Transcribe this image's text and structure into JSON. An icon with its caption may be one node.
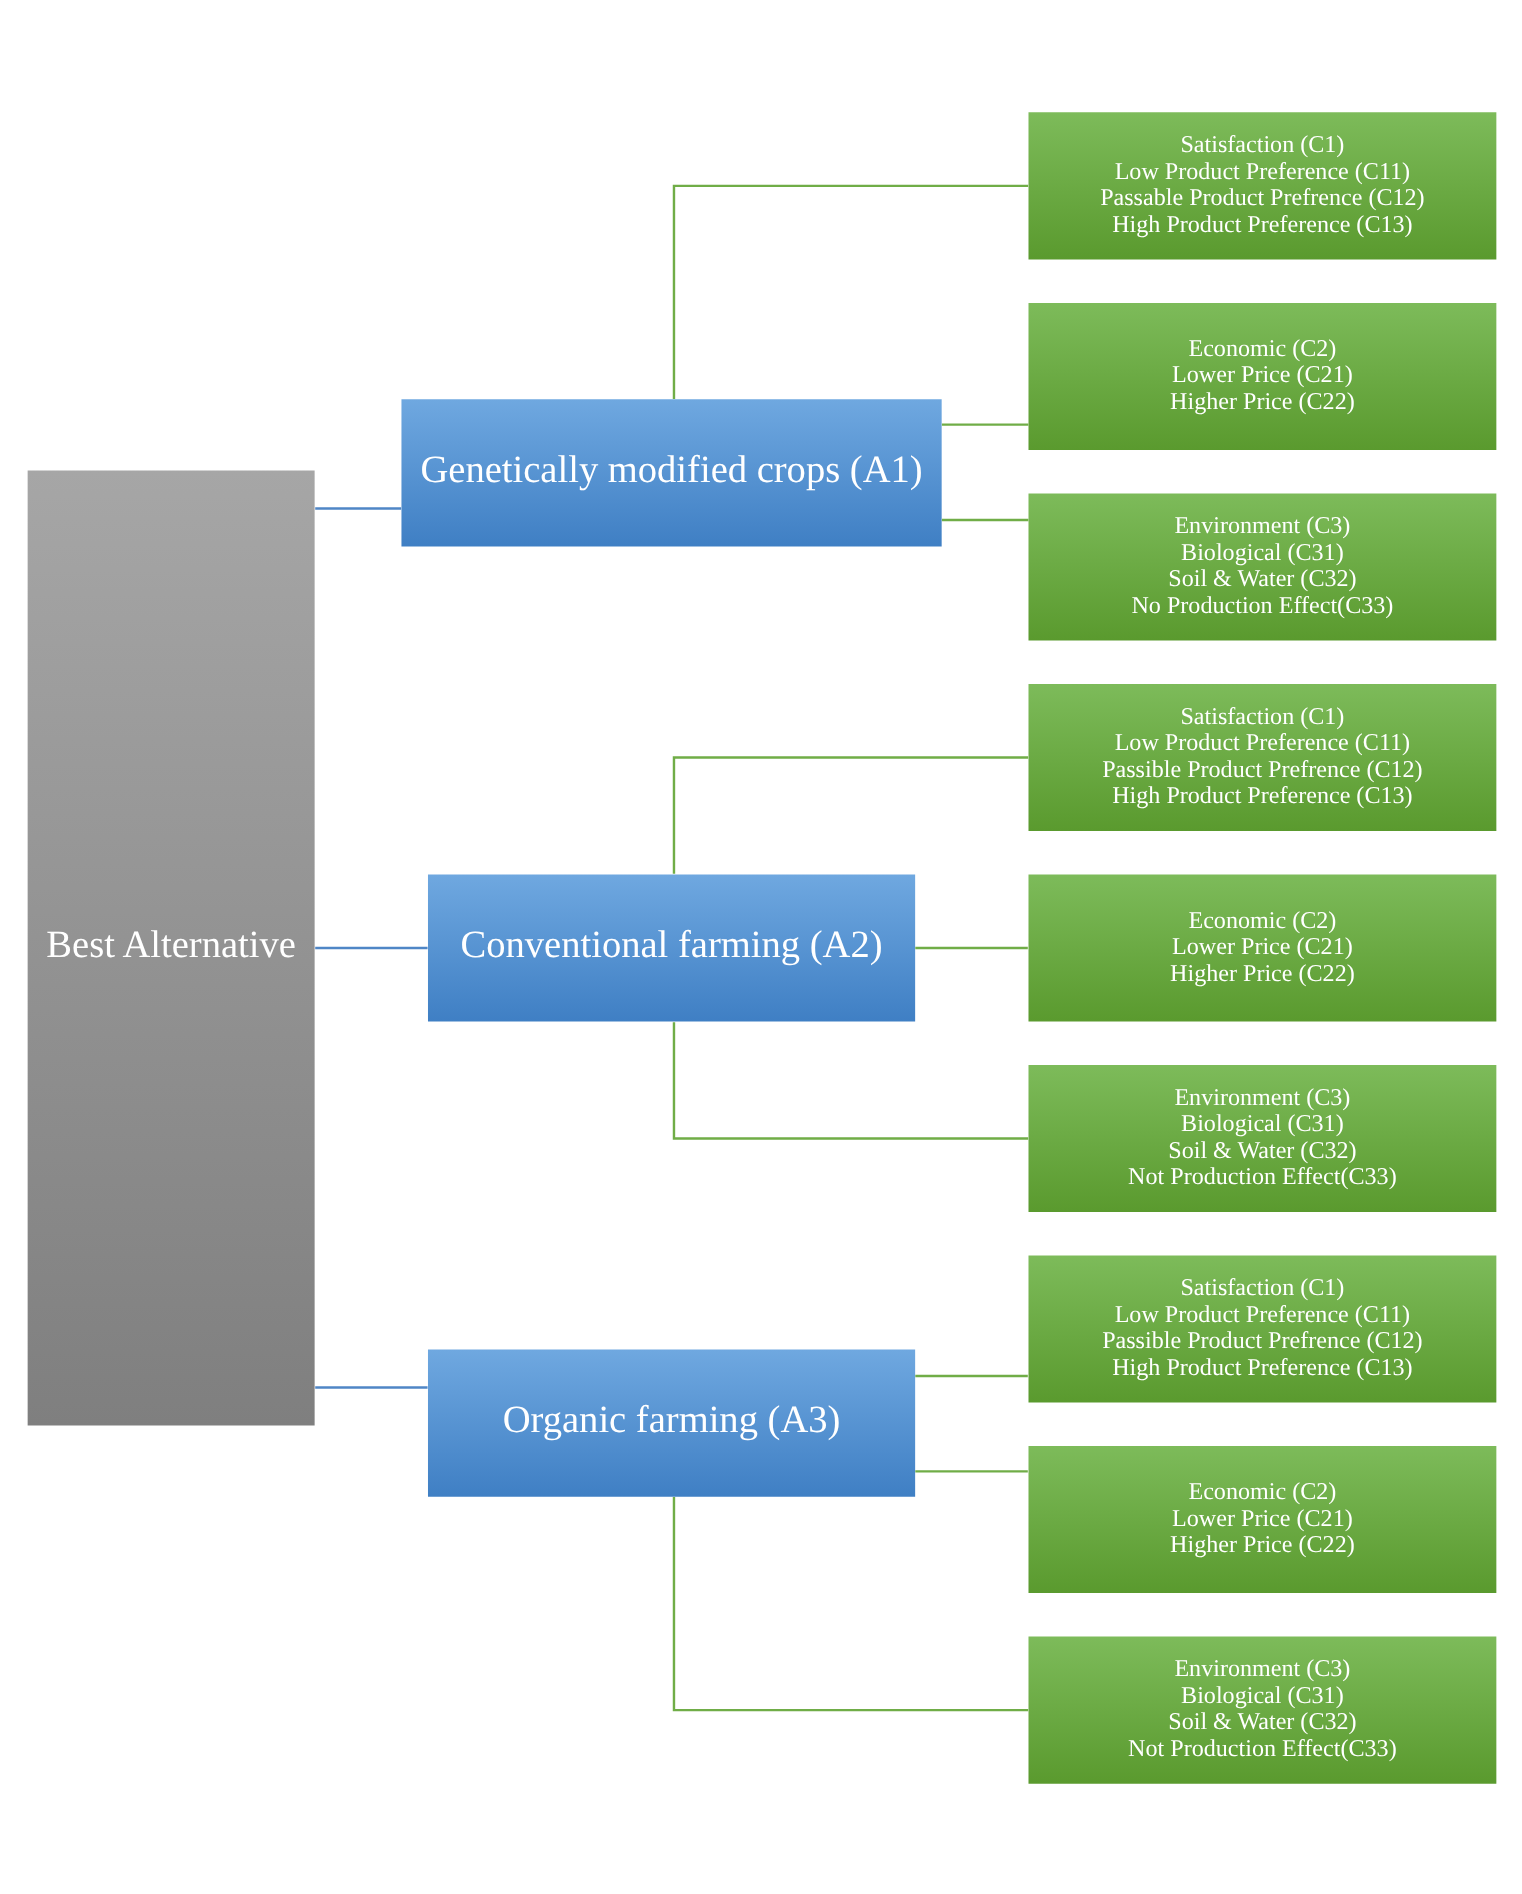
{
  "diagram": {
    "nodes": [
      {
        "text": [
          "Best Alternative"
        ]
      },
      {
        "text": [
          "Genetically modified crops (A1)"
        ]
      },
      {
        "text": [
          "Satisfaction (C1)",
          "Low Product Preference (C11)",
          "Passable Product Prefrence (C12)",
          "High Product Preference (C13)"
        ]
      },
      {
        "text": [
          "Economic (C2)",
          "Lower Price (C21)",
          "Higher Price (C22)"
        ]
      },
      {
        "text": [
          "Environment (C3)",
          "Biological (C31)",
          "Soil & Water (C32)",
          "No Production Effect(C33)"
        ]
      },
      {
        "text": [
          "Conventional farming (A2)"
        ]
      },
      {
        "text": [
          "Satisfaction (C1)",
          "Low Product Preference (C11)",
          "Passible Product Prefrence (C12)",
          "High Product Preference (C13)"
        ]
      },
      {
        "text": [
          "Economic (C2)",
          "Lower Price (C21)",
          "Higher Price (C22)"
        ]
      },
      {
        "text": [
          "Environment (C3)",
          "Biological (C31)",
          "Soil & Water (C32)",
          "Not Production Effect(C33)"
        ]
      },
      {
        "text": [
          "Organic farming (A3)"
        ]
      },
      {
        "text": [
          "Satisfaction (C1)",
          "Low Product Preference (C11)",
          "Passible Product Prefrence (C12)",
          "High Product Preference (C13)"
        ]
      },
      {
        "text": [
          "Economic (C2)",
          "Lower Price (C21)",
          "Higher Price (C22)"
        ]
      },
      {
        "text": [
          "Environment (C3)",
          "Biological (C31)",
          "Soil & Water (C32)",
          "Not Production Effect(C33)"
        ]
      }
    ],
    "edges": [
      {
        "from": 0,
        "to": 1,
        "arrow": "none",
        "color": "#4f86c6"
      },
      {
        "from": 0,
        "to": 5,
        "arrow": "none",
        "color": "#4f86c6"
      },
      {
        "from": 0,
        "to": 9,
        "arrow": "none",
        "color": "#4f86c6"
      },
      {
        "from": 1,
        "to": 2,
        "arrow": "none"
      },
      {
        "from": 1,
        "to": 3,
        "arrow": "none"
      },
      {
        "from": 1,
        "to": 4,
        "arrow": "none"
      },
      {
        "from": 5,
        "to": 6,
        "arrow": "none"
      },
      {
        "from": 5,
        "to": 7,
        "arrow": "none"
      },
      {
        "from": 5,
        "to": 8,
        "arrow": "none"
      },
      {
        "from": 9,
        "to": 10,
        "arrow": "none"
      },
      {
        "from": 9,
        "to": 11,
        "arrow": "none"
      },
      {
        "from": 9,
        "to": 12,
        "arrow": "none"
      }
    ]
  }
}
